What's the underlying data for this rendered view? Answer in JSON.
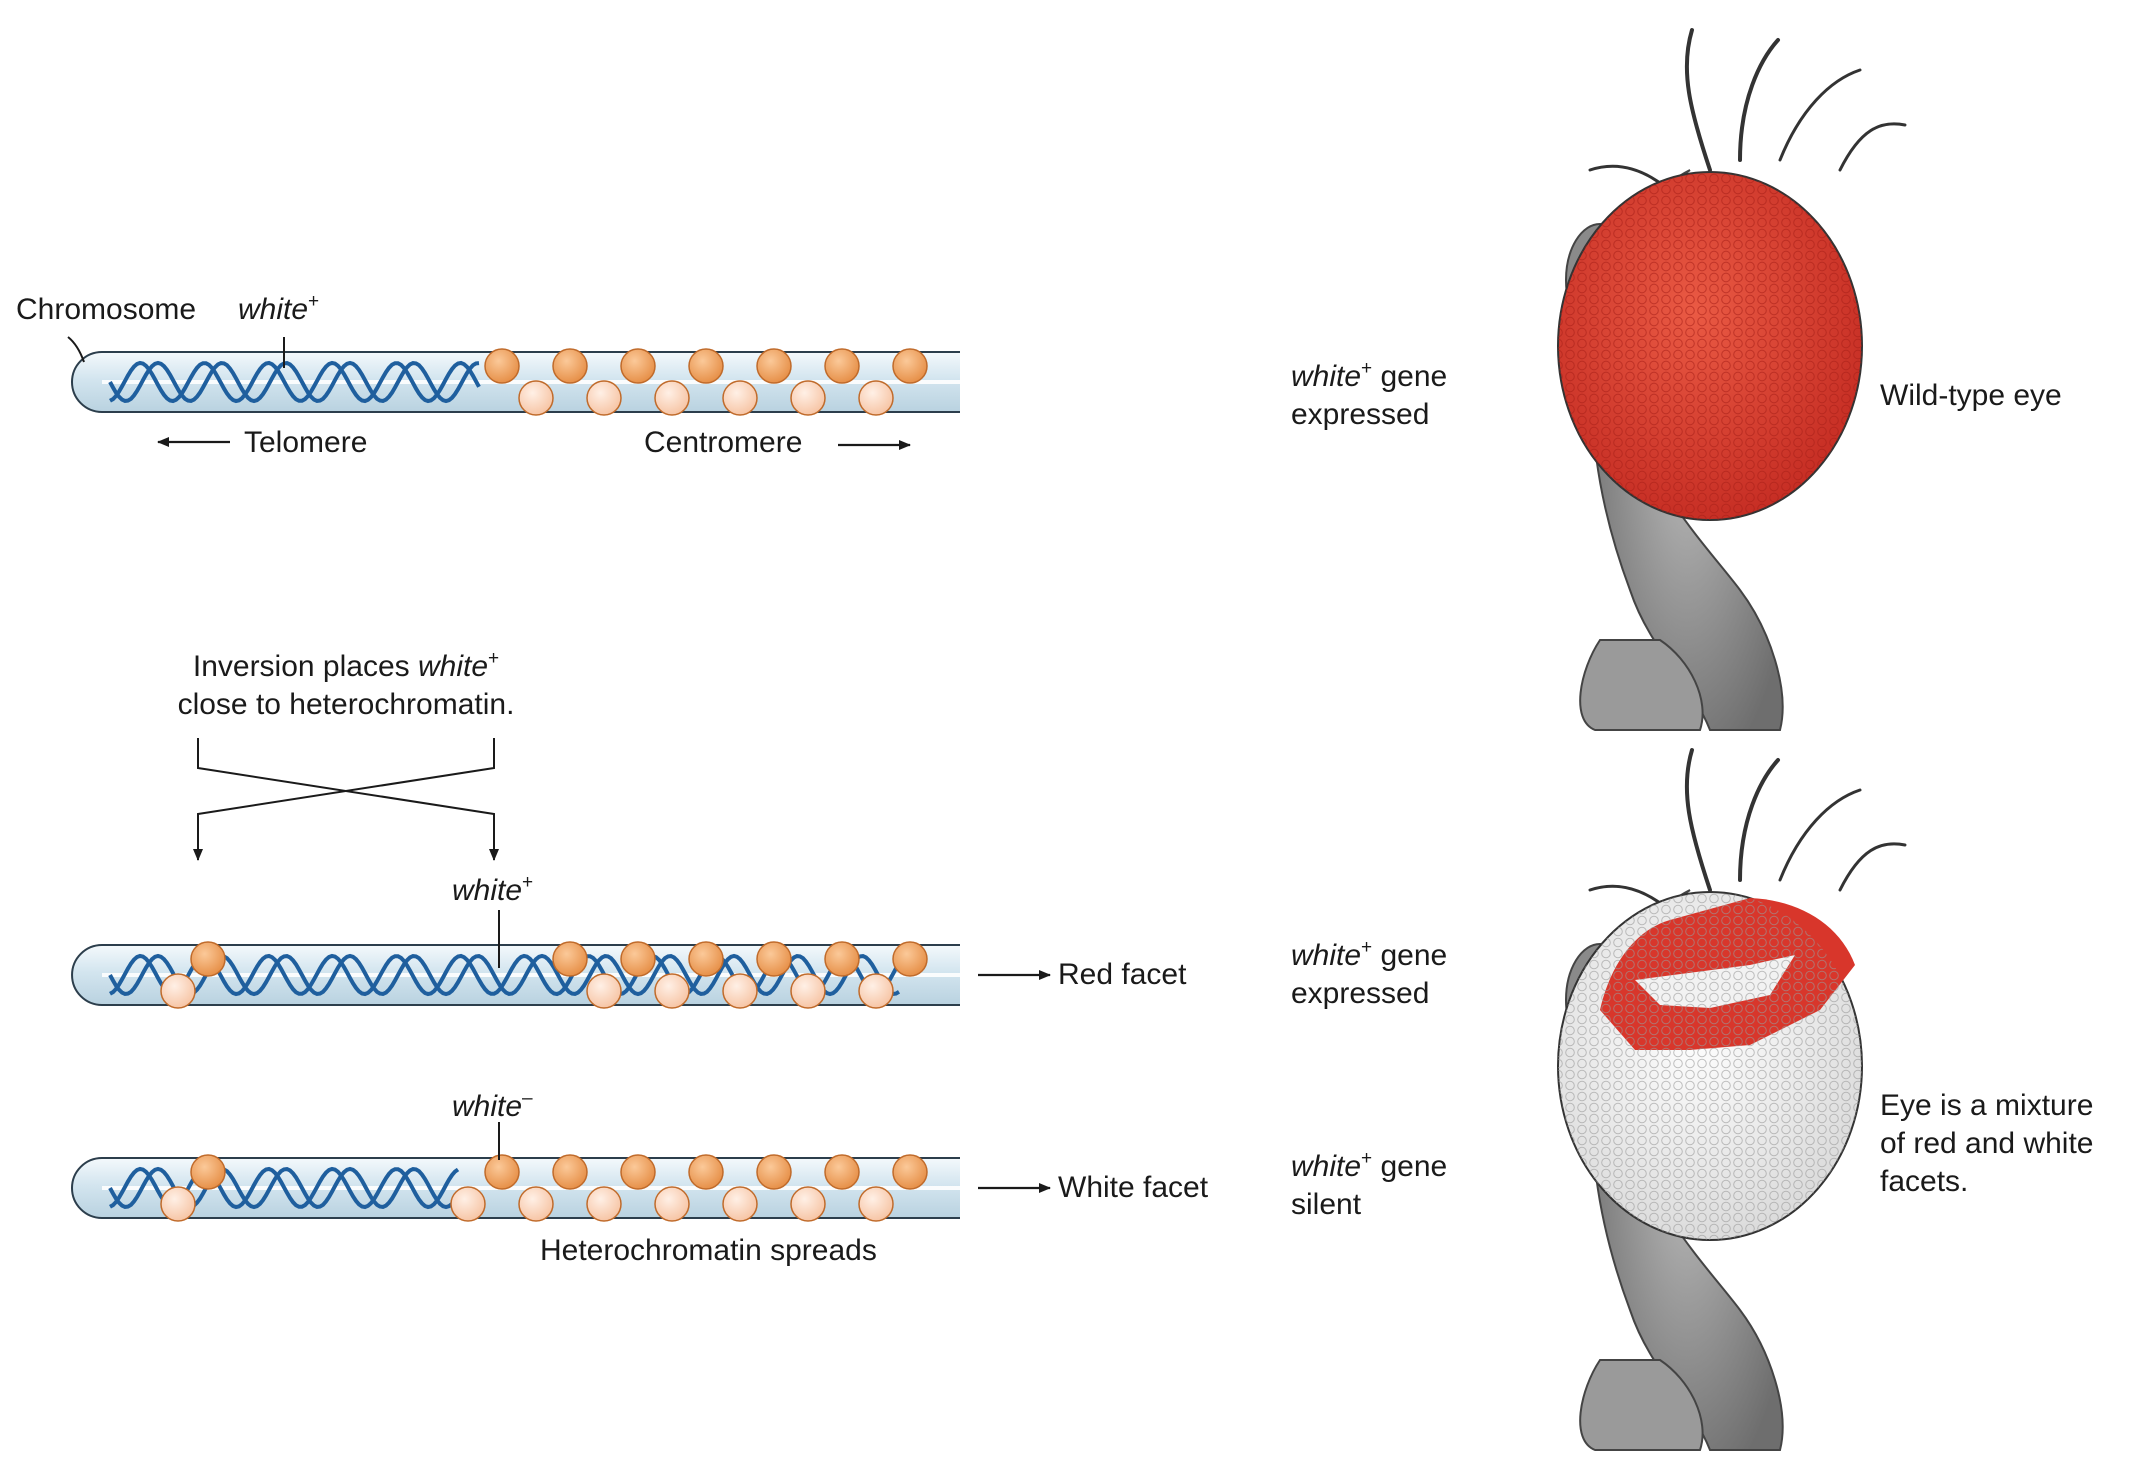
{
  "colors": {
    "tube_fill": "#dbeaf2",
    "tube_edge": "#2c3e4c",
    "dna_blue": "#1f5f9e",
    "bead_dark": "#f0a261",
    "bead_light": "#fbd7c0",
    "eye_red": "#d8362b",
    "eye_white": "#efefef",
    "arrow": "#1a1a1a"
  },
  "top": {
    "chromosome_label": "Chromosome",
    "gene_name": "white",
    "gene_sup": "+",
    "telomere_label": "Telomere",
    "centromere_label": "Centromere"
  },
  "middle": {
    "inversion_line1_pre": "Inversion places ",
    "inversion_line1_gene": "white",
    "inversion_line1_sup": "+",
    "inversion_line2": "close to heterochromatin."
  },
  "red_row": {
    "gene_name": "white",
    "gene_sup": "+",
    "outcome": "Red facet"
  },
  "white_row": {
    "gene_name": "white",
    "gene_sup": "–",
    "outcome": "White facet",
    "caption": "Heterochromatin spreads"
  },
  "fly_top": {
    "gene_name": "white",
    "gene_sup": "+",
    "gene_word": " gene",
    "state": "expressed",
    "eye_label": "Wild-type eye"
  },
  "fly_bottom": {
    "expressed_gene_name": "white",
    "expressed_gene_sup": "+",
    "expressed_gene_word": " gene",
    "expressed_state": "expressed",
    "silent_gene_name": "white",
    "silent_gene_sup": "+",
    "silent_gene_word": " gene",
    "silent_state": "silent",
    "eye_label_1": "Eye is a mixture",
    "eye_label_2": "of red and white",
    "eye_label_3": "facets."
  }
}
